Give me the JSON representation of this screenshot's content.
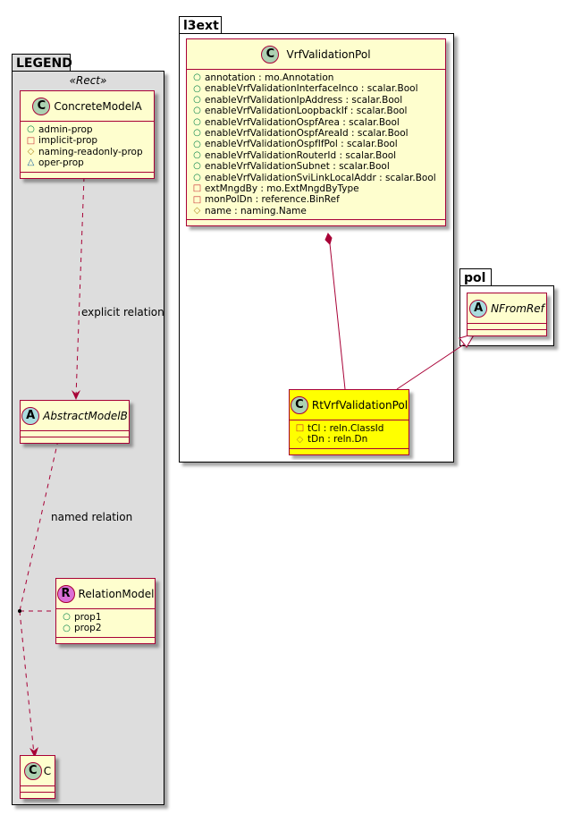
{
  "packages": {
    "legend": {
      "name": "LEGEND",
      "stereotype": "«Rect»"
    },
    "l3ext": {
      "name": "l3ext"
    },
    "pol": {
      "name": "pol"
    }
  },
  "classes": {
    "concrete_model_a": {
      "badge": "C",
      "name": "ConcreteModelA",
      "attributes": [
        {
          "visibility": "public",
          "symbol": "○",
          "text": "admin-prop"
        },
        {
          "visibility": "private",
          "symbol": "□",
          "text": "implicit-prop"
        },
        {
          "visibility": "protected",
          "symbol": "◇",
          "text": "naming-readonly-prop"
        },
        {
          "visibility": "package",
          "symbol": "△",
          "text": "oper-prop"
        }
      ]
    },
    "abstract_model_b": {
      "badge": "A",
      "name": "AbstractModelB"
    },
    "relation_model": {
      "badge": "R",
      "name": "RelationModel",
      "attributes": [
        {
          "visibility": "public",
          "symbol": "○",
          "text": "prop1"
        },
        {
          "visibility": "public",
          "symbol": "○",
          "text": "prop2"
        }
      ]
    },
    "c": {
      "badge": "C",
      "name": "C"
    },
    "vrf_validation_pol": {
      "badge": "C",
      "name": "VrfValidationPol",
      "attributes": [
        {
          "visibility": "public",
          "symbol": "○",
          "text": "annotation : mo.Annotation"
        },
        {
          "visibility": "public",
          "symbol": "○",
          "text": "enableVrfValidationInterfaceInco : scalar.Bool"
        },
        {
          "visibility": "public",
          "symbol": "○",
          "text": "enableVrfValidationIpAddress : scalar.Bool"
        },
        {
          "visibility": "public",
          "symbol": "○",
          "text": "enableVrfValidationLoopbackIf : scalar.Bool"
        },
        {
          "visibility": "public",
          "symbol": "○",
          "text": "enableVrfValidationOspfArea : scalar.Bool"
        },
        {
          "visibility": "public",
          "symbol": "○",
          "text": "enableVrfValidationOspfAreaId : scalar.Bool"
        },
        {
          "visibility": "public",
          "symbol": "○",
          "text": "enableVrfValidationOspfIfPol : scalar.Bool"
        },
        {
          "visibility": "public",
          "symbol": "○",
          "text": "enableVrfValidationRouterId : scalar.Bool"
        },
        {
          "visibility": "public",
          "symbol": "○",
          "text": "enableVrfValidationSubnet : scalar.Bool"
        },
        {
          "visibility": "public",
          "symbol": "○",
          "text": "enableVrfValidationSviLinkLocalAddr : scalar.Bool"
        },
        {
          "visibility": "private",
          "symbol": "□",
          "text": "extMngdBy : mo.ExtMngdByType"
        },
        {
          "visibility": "private",
          "symbol": "□",
          "text": "monPolDn : reference.BinRef"
        },
        {
          "visibility": "protected",
          "symbol": "◇",
          "text": "name : naming.Name"
        }
      ]
    },
    "rt_vrf_validation_pol": {
      "badge": "C",
      "name": "RtVrfValidationPol",
      "attributes": [
        {
          "visibility": "private",
          "symbol": "□",
          "text": "tCl : reln.ClassId"
        },
        {
          "visibility": "protected",
          "symbol": "◇",
          "text": "tDn : reln.Dn"
        }
      ]
    },
    "n_from_ref": {
      "badge": "A",
      "name": "NFromRef"
    }
  },
  "relations": {
    "explicit": {
      "label": "explicit relation"
    },
    "named": {
      "label": "named relation"
    }
  },
  "colors": {
    "class_fill": "#fefece",
    "highlight_fill": "#ffff00",
    "border": "#a80036",
    "package_fill": "#dddddd"
  }
}
